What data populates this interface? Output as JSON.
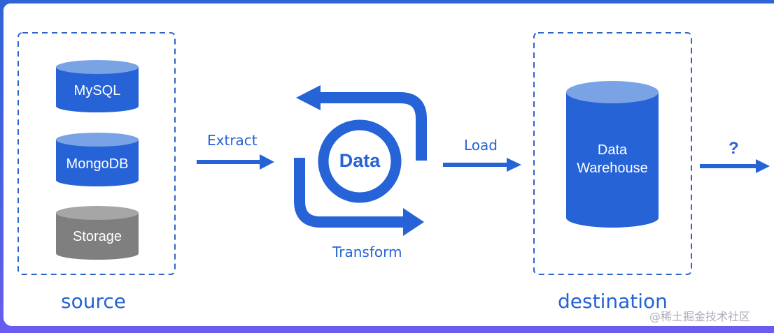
{
  "diagram": {
    "title": "ETL data flow",
    "colors": {
      "primary": "#2563d6",
      "cylinder_top": "#7aa3e6",
      "storage_body": "#7f7f7f",
      "storage_top": "#a6a6a6",
      "frame_gradient_start": "#2f63d6",
      "frame_gradient_end": "#6a5cf0"
    },
    "source": {
      "label": "source",
      "databases": [
        {
          "name": "MySQL",
          "type": "database"
        },
        {
          "name": "MongoDB",
          "type": "database"
        },
        {
          "name": "Storage",
          "type": "storage"
        }
      ]
    },
    "steps": {
      "extract": "Extract",
      "transform": "Transform",
      "load": "Load",
      "unknown": "?"
    },
    "center": {
      "label": "Data"
    },
    "destination": {
      "label": "destination",
      "warehouse_line1": "Data",
      "warehouse_line2": "Warehouse"
    },
    "watermark": "@稀土掘金技术社区"
  }
}
